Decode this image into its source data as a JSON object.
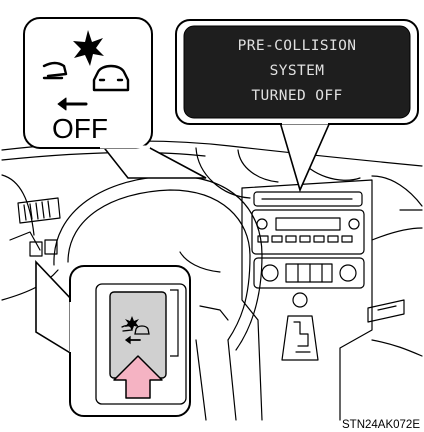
{
  "display": {
    "lines": [
      "PRE-COLLISION",
      "SYSTEM",
      "TURNED OFF"
    ]
  },
  "icon_callout": {
    "label": "OFF",
    "icon": "pre-collision-off-icon"
  },
  "switch_callout": {
    "icon": "pre-collision-switch-icon",
    "indicator": "press-arrow-icon"
  },
  "figure_code": "STN24AK072E",
  "colors": {
    "display_bg": "#1e1e1e",
    "display_text": "#e0e0e0",
    "callout_bg": "#ffffff",
    "arrow_fill": "#f5b3c3",
    "switch_panel_fill": "#d0d0d0",
    "line": "#000000"
  }
}
